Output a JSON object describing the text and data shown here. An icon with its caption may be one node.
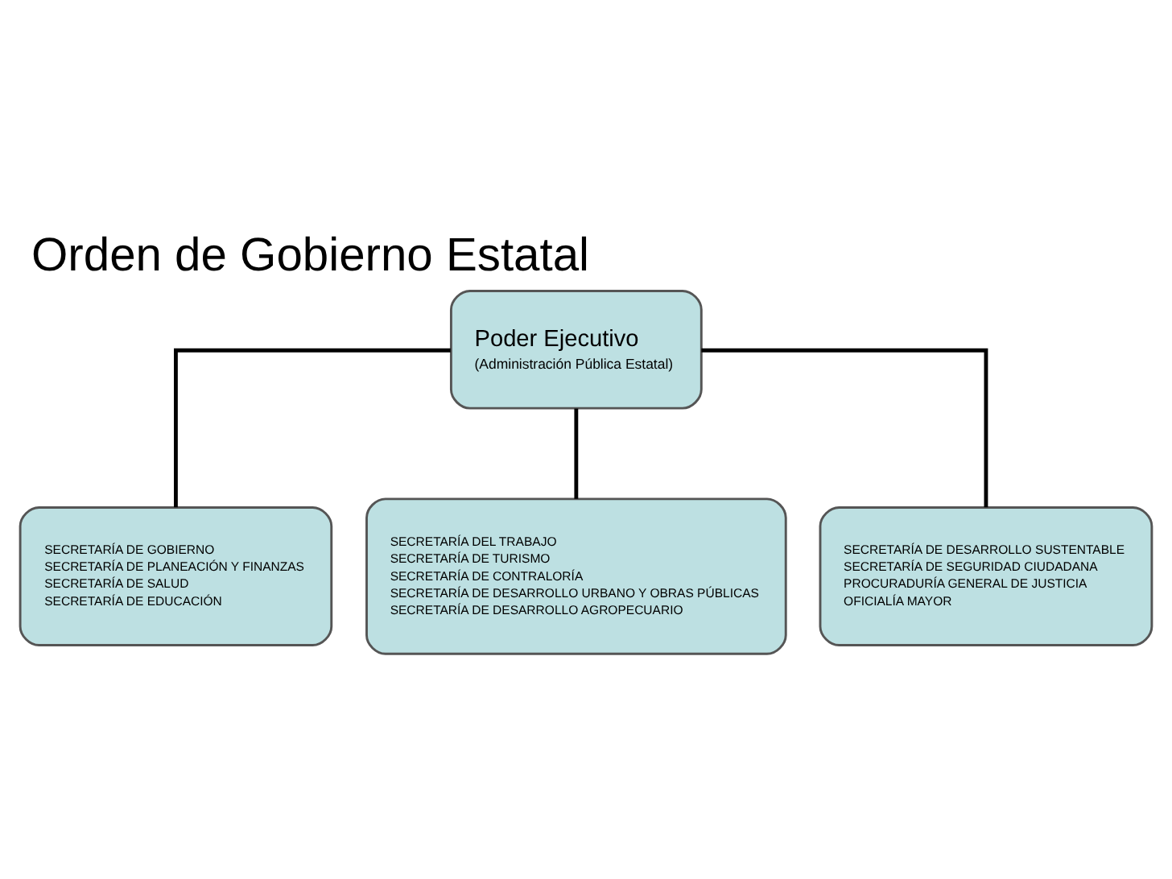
{
  "diagram": {
    "title": "Orden de Gobierno Estatal",
    "nodes": [
      {
        "text": [
          "Poder Ejecutivo",
          "(Administración Pública Estatal)"
        ]
      },
      {
        "text": [
          "SECRETARÍA DE GOBIERNO",
          "SECRETARÍA DE PLANEACIÓN Y FINANZAS",
          "SECRETARÍA DE SALUD",
          "SECRETARÍA DE EDUCACIÓN"
        ]
      },
      {
        "text": [
          "SECRETARÍA DEL TRABAJO",
          "SECRETARÍA DE TURISMO",
          "SECRETARÍA DE CONTRALORÍA",
          "SECRETARÍA DE DESARROLLO URBANO Y OBRAS PÚBLICAS",
          "SECRETARÍA DE DESARROLLO AGROPECUARIO"
        ]
      },
      {
        "text": [
          "SECRETARÍA DE DESARROLLO SUSTENTABLE",
          "SECRETARÍA DE SEGURIDAD CIUDADANA",
          "PROCURADURÍA GENERAL DE JUSTICIA",
          "OFICIALÍA MAYOR"
        ]
      }
    ],
    "edges": [
      {
        "from": 0,
        "to": 1,
        "arrow": "none"
      },
      {
        "from": 0,
        "to": 2,
        "arrow": "none"
      },
      {
        "from": 0,
        "to": 3,
        "arrow": "none"
      }
    ]
  }
}
